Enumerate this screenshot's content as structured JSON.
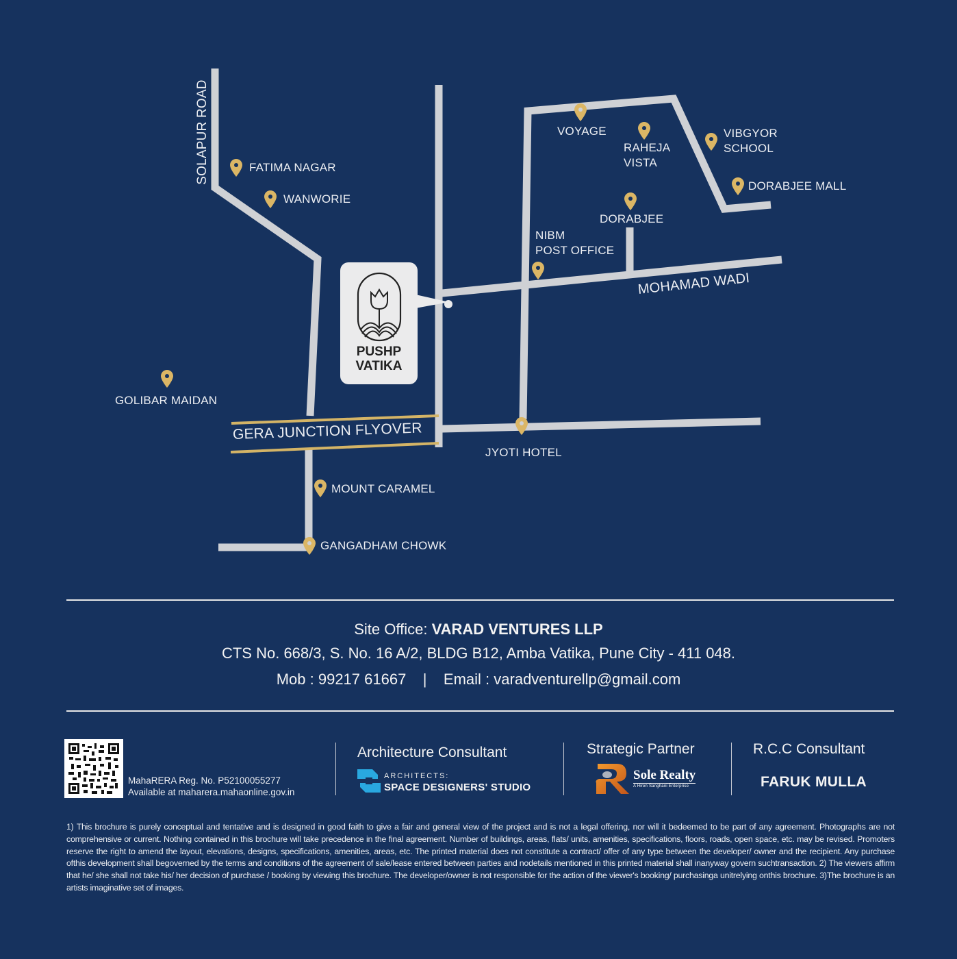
{
  "project": {
    "name_line1": "PUSHP",
    "name_line2": "VATIKA",
    "logo_icon": "tulip-logo-icon"
  },
  "map": {
    "colors": {
      "background": "#16325e",
      "road": "#cfd1d5",
      "flyover_line": "#d4b466",
      "pin": "#dbb665",
      "label": "#eceef2"
    },
    "roads": {
      "solapur_road": "SOLAPUR ROAD",
      "mohamad_wadi": "MOHAMAD WADI",
      "gera_junction_flyover": "GERA JUNCTION FLYOVER"
    },
    "landmarks": {
      "fatima_nagar": "FATIMA NAGAR",
      "wanworie": "WANWORIE",
      "voyage": "VOYAGE",
      "raheja_vista_1": "RAHEJA",
      "raheja_vista_2": "VISTA",
      "vibgyor_school_1": "VIBGYOR",
      "vibgyor_school_2": "SCHOOL",
      "dorabjee_mall": "DORABJEE MALL",
      "dorabjee": "DORABJEE",
      "nibm_post_office_1": "NIBM",
      "nibm_post_office_2": "POST OFFICE",
      "golibar_maidan": "GOLIBAR MAIDAN",
      "jyoti_hotel": "JYOTI HOTEL",
      "mount_caramel": "MOUNT CARAMEL",
      "gangadham_chowk": "GANGADHAM CHOWK"
    },
    "pin_icon": "map-pin-icon"
  },
  "office": {
    "site_office_label": "Site Office: ",
    "company": "VARAD VENTURES LLP",
    "address": "CTS No. 668/3, S. No. 16 A/2, BLDG B12, Amba Vatika, Pune City - 411 048.",
    "contact": "Mob : 99217 61667    |    Email : varadventurellp@gmail.com"
  },
  "footer": {
    "rera_line1": "MahaRERA Reg. No. P52100055277",
    "rera_line2": "Available at maharera.mahaonline.gov.in",
    "qr_icon": "qr-code-icon",
    "architecture_heading": "Architecture Consultant",
    "architecture_sub": "ARCHITECTS:",
    "architecture_name": "SPACE DESIGNERS' STUDIO",
    "strategic_heading": "Strategic Partner",
    "strategic_name": "Sole Realty",
    "strategic_tagline": "A Hiren Sanghani Enterprise",
    "rcc_heading": "R.C.C Consultant",
    "rcc_name": "FARUK MULLA"
  },
  "disclaimer": "1) This brochure is purely conceptual and tentative and is designed in good faith to give a fair and general view of the project and is not a legal offering, nor will it bedeemed to be part of any agreement. Photographs are not comprehensive or current. Nothing contained in this brochure will take precedence in the final agreement. Number of buildings, areas, flats/ units,  amenities, specifications, floors, roads, open space, etc. may be revised. Promoters reserve the right to amend the layout, elevations, designs, specifications, amenities, areas, etc.  The printed material does not constitute a contract/ offer of any type between the developer/ owner and the recipient. Any purchase ofthis development shall begoverned by the terms and conditions of the agreement of sale/lease entered between parties and nodetails mentioned in this printed material shall inanyway govern suchtransaction.  2) The viewers affirm that he/ she shall not take his/ her decision of purchase / booking by viewing this brochure. The developer/owner is not responsible for the action of the viewer's booking/ purchasinga unitrelying onthis brochure. 3)The brochure is an artists imaginative set of images."
}
